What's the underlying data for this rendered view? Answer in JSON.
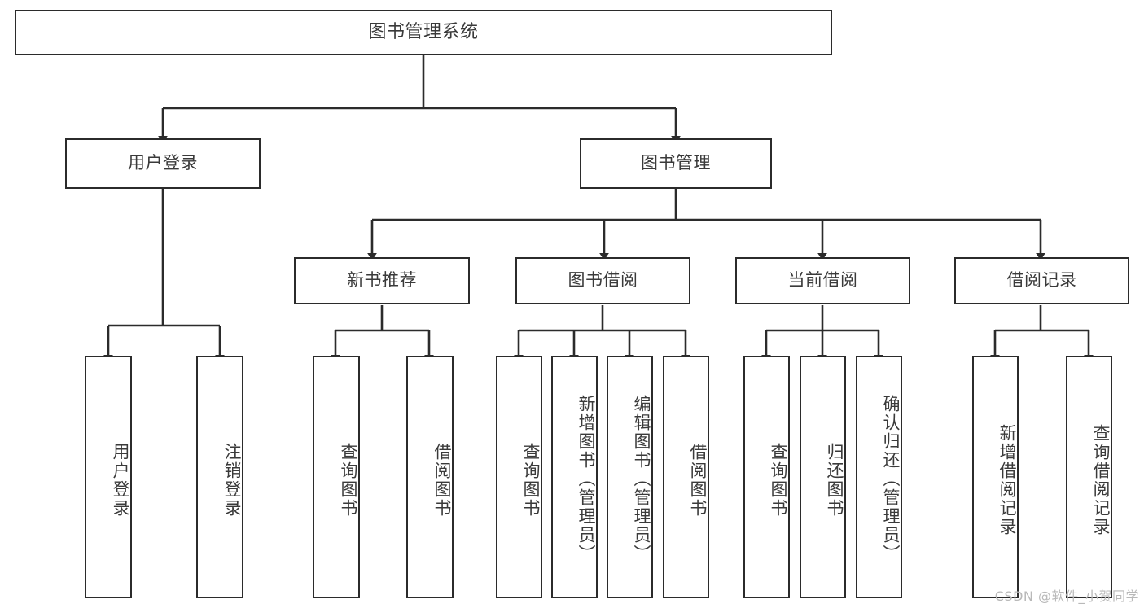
{
  "diagram": {
    "title": "图书管理系统",
    "type": "hierarchy-tree",
    "colors": {
      "box_border": "#2b2b2b",
      "box_fill": "#ffffff",
      "text": "#3a3a3a",
      "connector": "#2b2b2b",
      "watermark": "#b9b9b9"
    },
    "root": {
      "label": "图书管理系统"
    },
    "level1": [
      {
        "label": "用户登录"
      },
      {
        "label": "图书管理"
      }
    ],
    "level2": [
      {
        "label": "新书推荐"
      },
      {
        "label": "图书借阅"
      },
      {
        "label": "当前借阅"
      },
      {
        "label": "借阅记录"
      }
    ],
    "leaves": {
      "user_login": [
        {
          "label": "用户登录"
        },
        {
          "label": "注销登录"
        }
      ],
      "new_book_recommend": [
        {
          "label": "查询图书"
        },
        {
          "label": "借阅图书"
        }
      ],
      "book_borrow": [
        {
          "label": "查询图书"
        },
        {
          "label": "新增图书（管理员）"
        },
        {
          "label": "编辑图书（管理员）"
        },
        {
          "label": "借阅图书"
        }
      ],
      "current_borrow": [
        {
          "label": "查询图书"
        },
        {
          "label": "归还图书"
        },
        {
          "label": "确认归还（管理员）"
        }
      ],
      "borrow_record": [
        {
          "label": "新增借阅记录"
        },
        {
          "label": "查询借阅记录"
        }
      ]
    }
  },
  "watermark": {
    "text": "CSDN @软件_小贺同学"
  }
}
